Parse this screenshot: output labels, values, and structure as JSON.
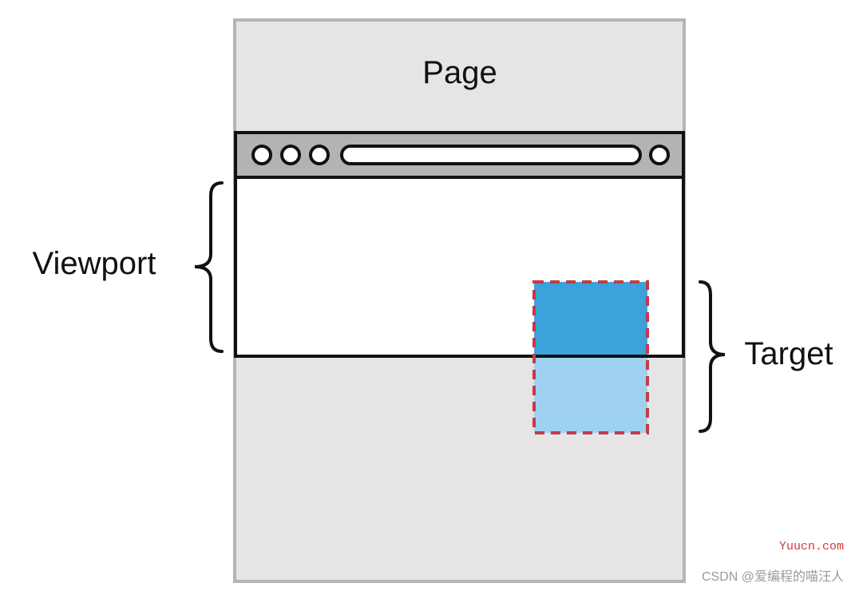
{
  "labels": {
    "page": "Page",
    "viewport": "Viewport",
    "target": "Target"
  },
  "watermarks": {
    "site": "Yuucn.com",
    "author": "CSDN @爱编程的喵汪人"
  },
  "colors": {
    "page_fill": "#e5e5e5",
    "page_border": "#b5b5b5",
    "browser_bar": "#b3b3b3",
    "outline": "#111111",
    "viewport_fill": "#ffffff",
    "target_visible": "#3aa3dc",
    "target_hidden": "#9fd2f1",
    "target_border": "#c43a4a"
  }
}
